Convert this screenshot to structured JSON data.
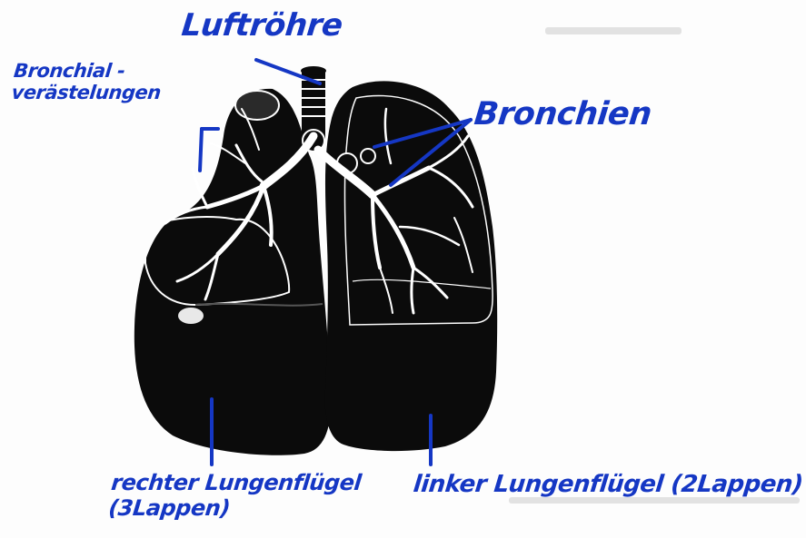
{
  "labels": {
    "luftroehre": "Luftröhre",
    "bronchial_line1": "Bronchial -",
    "bronchial_line2": "verästelungen",
    "bronchien": "Bronchien",
    "rechter_line1": "rechter Lungenflügel",
    "rechter_line2": "(3Lappen)",
    "linker": "linker Lungenflügel (2Lappen)"
  },
  "colors": {
    "annotation": "#1537c4",
    "lung": "#0b0b0b",
    "airway": "#ffffff",
    "background": "#fdfdfd"
  }
}
